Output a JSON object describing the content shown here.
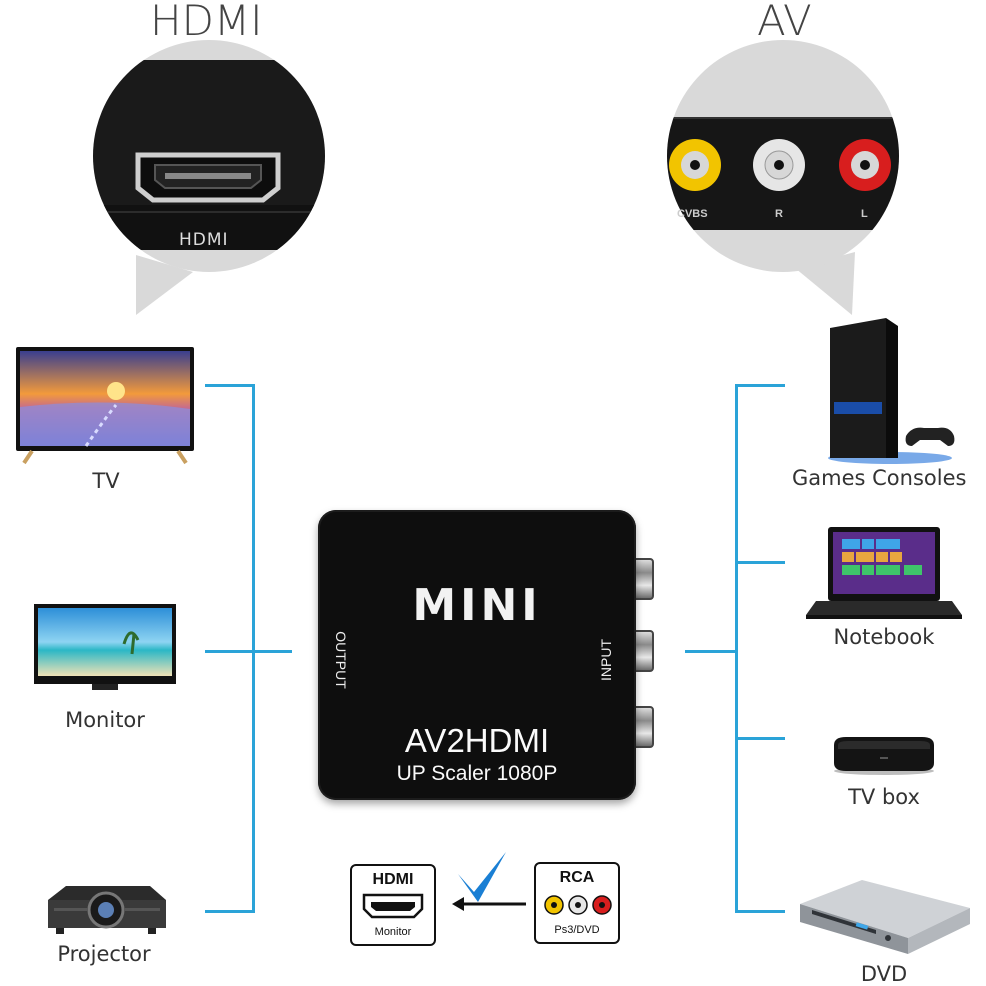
{
  "headings": {
    "hdmi": "HDMI",
    "av": "AV"
  },
  "hdmi_closeup": {
    "port_label": "HDMI"
  },
  "av_closeup": {
    "labels": [
      "CVBS",
      "R",
      "L"
    ],
    "colors": [
      "#f2c400",
      "#e6e6e6",
      "#d81e1e"
    ]
  },
  "outputs": [
    {
      "label": "TV",
      "icon": "tv-icon"
    },
    {
      "label": "Monitor",
      "icon": "monitor-icon"
    },
    {
      "label": "Projector",
      "icon": "projector-icon"
    }
  ],
  "inputs": [
    {
      "label": "Games Consoles",
      "icon": "game-console-icon"
    },
    {
      "label": "Notebook",
      "icon": "notebook-icon"
    },
    {
      "label": "TV box",
      "icon": "tv-box-icon"
    },
    {
      "label": "DVD",
      "icon": "dvd-player-icon"
    }
  ],
  "device": {
    "brand": "MINI",
    "output_label": "OUTPUT",
    "input_label": "INPUT",
    "model": "AV2HDMI",
    "subtitle": "UP Scaler 1080P"
  },
  "bottom_diagram": {
    "hdmi_title": "HDMI",
    "hdmi_caption": "Monitor",
    "rca_title": "RCA",
    "rca_caption": "Ps3/DVD"
  },
  "colors": {
    "connector_line": "#2aa3d8",
    "checkmark": "#1a7fd4"
  }
}
